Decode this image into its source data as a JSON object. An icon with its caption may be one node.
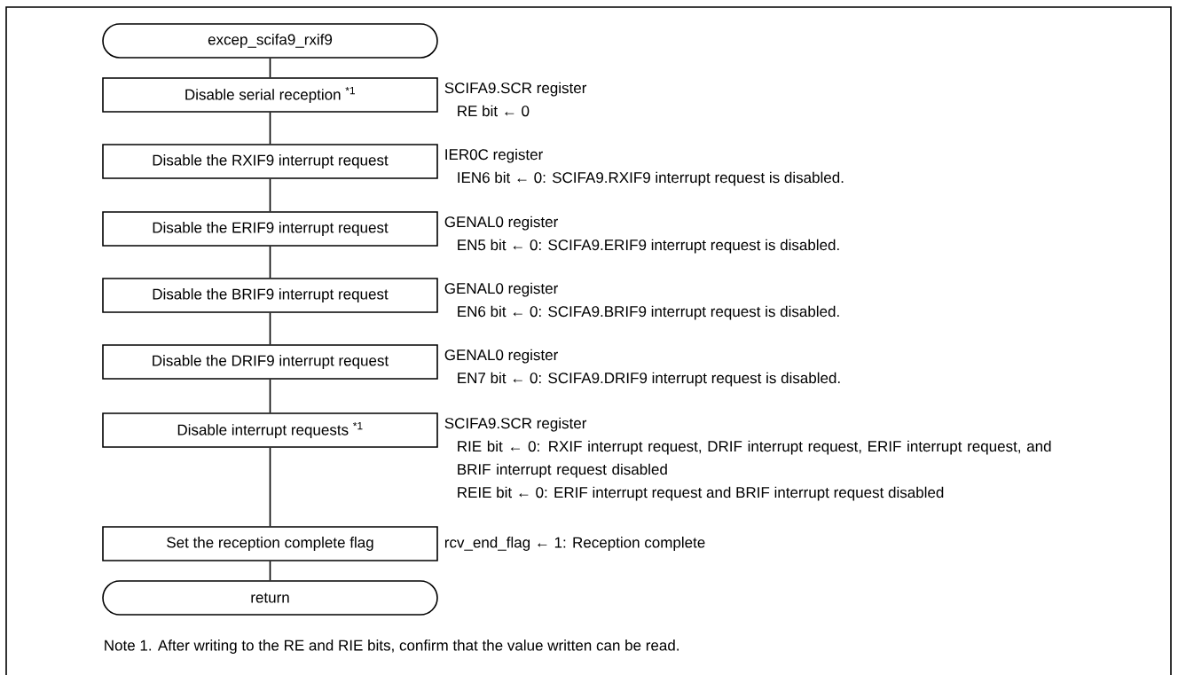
{
  "diagram": {
    "nodes": [
      {
        "text": [
          "excep_scifa9_rxif9"
        ]
      },
      {
        "text": [
          "Disable serial reception $^{*1}$"
        ],
        "beside": [
          "SCIFA9.SCR register",
          "RE bit ← 0"
        ]
      },
      {
        "text": [
          "Disable the RXIF9 interrupt request"
        ],
        "beside": [
          "IER0C register",
          "IEN6 bit ← 0: SCIFA9.RXIF9 interrupt request is disabled."
        ]
      },
      {
        "text": [
          "Disable the ERIF9 interrupt request"
        ],
        "beside": [
          "GENAL0 register",
          "EN5 bit ← 0: SCIFA9.ERIF9 interrupt request is disabled."
        ]
      },
      {
        "text": [
          "Disable the BRIF9 interrupt request"
        ],
        "beside": [
          "GENAL0 register",
          "EN6 bit ← 0: SCIFA9.BRIF9 interrupt request is disabled."
        ]
      },
      {
        "text": [
          "Disable the DRIF9 interrupt request"
        ],
        "beside": [
          "GENAL0 register",
          "EN7 bit ← 0: SCIFA9.DRIF9 interrupt request is disabled."
        ]
      },
      {
        "text": [
          "Disable interrupt requests $^{*1}$"
        ],
        "beside": [
          "SCIFA9.SCR register",
          "RIE bit ← 0: RXIF interrupt request, DRIF interrupt request, ERIF interrupt request, and BRIF interrupt request disabled",
          "REIE bit ← 0: ERIF interrupt request and BRIF interrupt request disabled"
        ]
      },
      {
        "text": [
          "Set the reception complete flag"
        ],
        "beside": [
          "rcv_end_flag ← 1: Reception complete"
        ]
      },
      {
        "text": [
          "return"
        ]
      }
    ],
    "edges": [
      {
        "from": 0,
        "to": 1,
        "arrow": "none"
      },
      {
        "from": 1,
        "to": 2,
        "arrow": "none"
      },
      {
        "from": 2,
        "to": 3,
        "arrow": "none"
      },
      {
        "from": 3,
        "to": 4,
        "arrow": "none"
      },
      {
        "from": 4,
        "to": 5,
        "arrow": "none"
      },
      {
        "from": 5,
        "to": 6,
        "arrow": "none"
      },
      {
        "from": 6,
        "to": 7,
        "arrow": "none"
      },
      {
        "from": 7,
        "to": 8,
        "arrow": "none"
      }
    ],
    "labels": [
      "Note 1. After writing to the RE and RIE bits, confirm that the value written can be read."
    ]
  }
}
